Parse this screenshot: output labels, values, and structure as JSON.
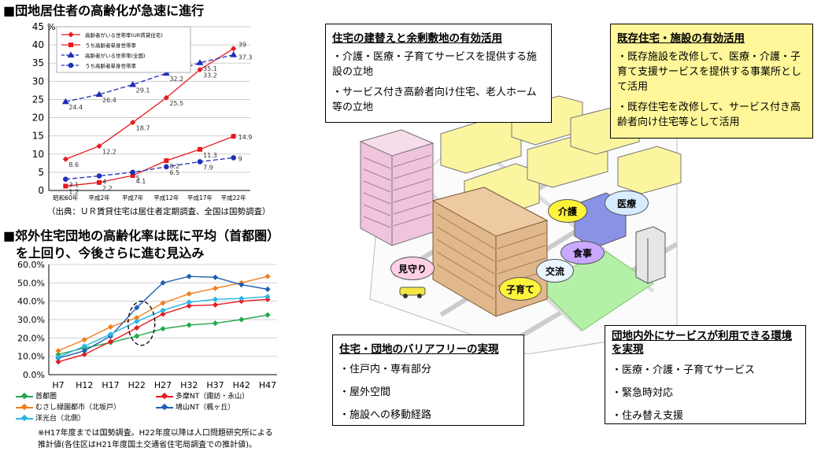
{
  "top": {
    "heading": "■団地居住者の高齢化が急速に進行",
    "source": "（出典：ＵＲ賃貸住宅は居住者定期調査、全国は国勢調査）"
  },
  "bottom": {
    "heading_line1": "■郊外住宅団地の高齢化率は既に平均（首都圏）",
    "heading_line2": "　を上回り、今後さらに進む見込み",
    "note_line1": "※H17年度までは国勢調査。H22年度以降は人口問題研究所による",
    "note_line2": "推計値(各住区はH21年度国土交通省住宅局調査での推計値)。"
  },
  "boxes": {
    "rebuild": {
      "title": "住宅の建替えと余剰敷地の有効活用",
      "items": [
        "・介護・医療・子育てサービスを提供する施設の立地",
        "・サービス付き高齢者向け住宅、老人ホーム等の立地"
      ]
    },
    "existing": {
      "title": "既存住宅・施設の有効活用",
      "items": [
        "・既存施設を改修して、医療・介護・子育て支援サービスを提供する事業所として活用",
        "・既存住宅を改修して、サービス付き高齢者向け住宅等として活用"
      ]
    },
    "barrier": {
      "title": "住宅・団地のバリアフリーの実現",
      "items": [
        "・住戸内・専有部分",
        "・屋外空間",
        "・施設への移動経路"
      ]
    },
    "services": {
      "title": "団地内外にサービスが利用できる環境を実現",
      "items": [
        "・医療・介護・子育てサービス",
        "・緊急時対応",
        "・住み替え支援"
      ]
    }
  },
  "bubbles": {
    "kaigo": "介護",
    "iryo": "医療",
    "shokuji": "食事",
    "koryu": "交流",
    "kosodate": "子育て",
    "mimamori": "見守り"
  },
  "chart_data": [
    {
      "type": "line",
      "categories": [
        "昭和60年",
        "平成2年",
        "平成7年",
        "平成12年",
        "平成17年",
        "平成22年"
      ],
      "ylim": [
        0,
        45
      ],
      "yticks": [
        0,
        5,
        10,
        15,
        20,
        25,
        30,
        35,
        40,
        45
      ],
      "y_unit": "%",
      "series": [
        {
          "name": "高齢者がいる世帯率(UR賃貸住宅)",
          "color": "#e8191f",
          "marker": "diamond",
          "dash": false,
          "values": [
            8.6,
            12.2,
            18.7,
            25.5,
            33.2,
            39.0
          ]
        },
        {
          "name": "うち高齢者単身世帯率",
          "color": "#e8191f",
          "marker": "square",
          "dash": false,
          "values": [
            1.2,
            2.2,
            4.1,
            8.2,
            11.3,
            14.9
          ]
        },
        {
          "name": "高齢者がいる世帯率(全国)",
          "color": "#1e2fb5",
          "marker": "triangle",
          "dash": true,
          "values": [
            24.4,
            26.4,
            29.1,
            32.2,
            35.1,
            37.3
          ]
        },
        {
          "name": "うち高齢者単身世帯率",
          "color": "#1e2fb5",
          "marker": "circle",
          "dash": true,
          "values": [
            3.1,
            4.0,
            5.0,
            6.5,
            7.9,
            9.0
          ]
        }
      ]
    },
    {
      "type": "line",
      "categories": [
        "H7",
        "H12",
        "H17",
        "H22",
        "H27",
        "H32",
        "H37",
        "H42",
        "H47"
      ],
      "ylim": [
        0,
        60
      ],
      "yticks": [
        "0.0%",
        "10.0%",
        "20.0%",
        "30.0%",
        "40.0%",
        "50.0%",
        "60.0%"
      ],
      "series": [
        {
          "name": "首都圏",
          "color": "#22a84a",
          "values": [
            11,
            14.5,
            17.5,
            21,
            25,
            27,
            28,
            30,
            32.5
          ]
        },
        {
          "name": "多摩NT（諏訪・永山）",
          "color": "#e8191f",
          "values": [
            7,
            11,
            18,
            25.5,
            33,
            37.5,
            38,
            40,
            41
          ]
        },
        {
          "name": "むさし緑園都市（北坂戸）",
          "color": "#f07f1e",
          "values": [
            13,
            19,
            26,
            31,
            39,
            44,
            47,
            50,
            53.5
          ]
        },
        {
          "name": "鳩山NT（楓ヶ丘）",
          "color": "#1f5fb4",
          "values": [
            9,
            13,
            21,
            36.5,
            50,
            53.5,
            53,
            49,
            46.5
          ]
        },
        {
          "name": "洋光台（北側）",
          "color": "#2ab4e6",
          "values": [
            9.5,
            15.5,
            22,
            29,
            35,
            39.5,
            41,
            41.5,
            42.5
          ]
        }
      ]
    }
  ]
}
